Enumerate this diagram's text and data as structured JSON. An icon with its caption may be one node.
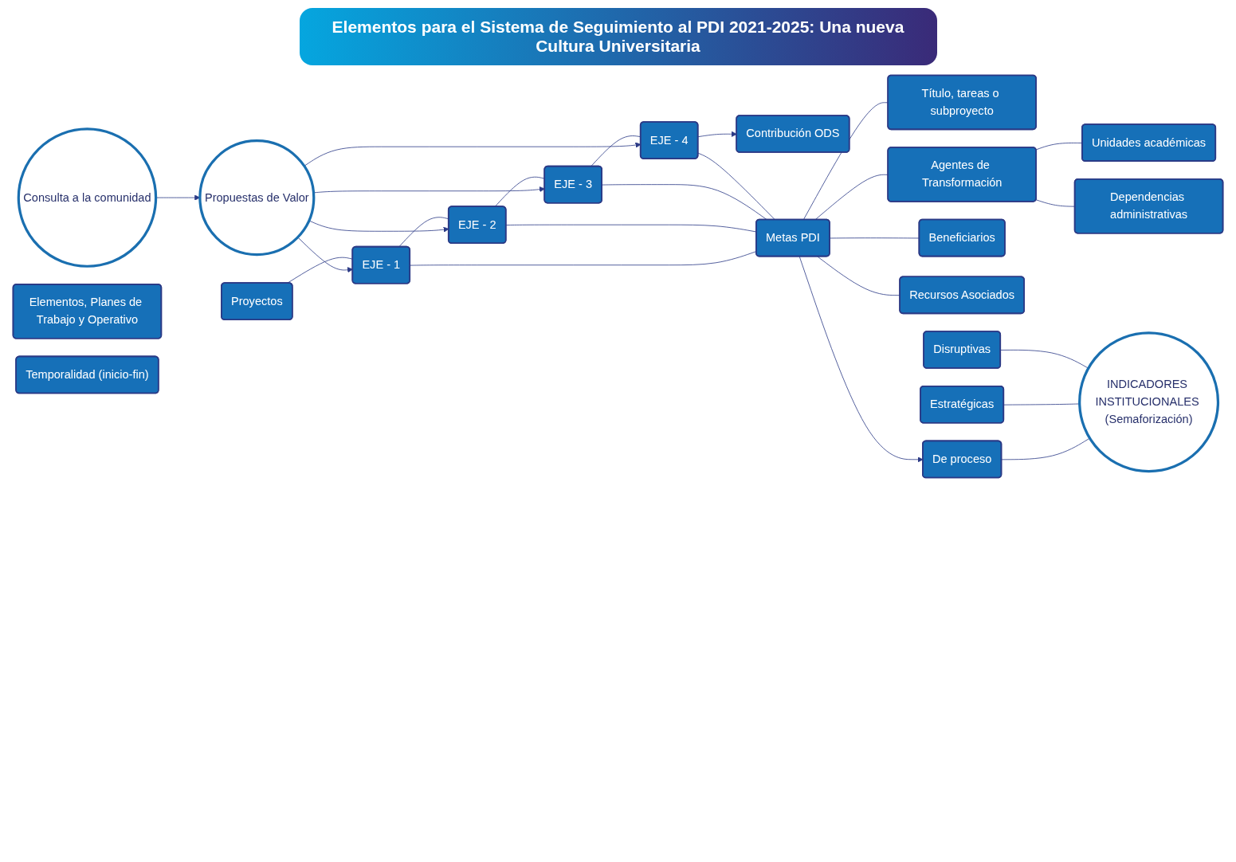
{
  "diagram": {
    "title": "Elementos para el Sistema de Seguimiento al PDI 2021-2025: Una nueva Cultura Universitaria",
    "nodes": [
      {
        "text": [
          "Consulta a la comunidad"
        ]
      },
      {
        "text": [
          "Propuestas de Valor"
        ]
      },
      {
        "text": [
          "Proyectos"
        ]
      },
      {
        "text": [
          "EJE - 1"
        ]
      },
      {
        "text": [
          "EJE - 2"
        ]
      },
      {
        "text": [
          "EJE - 3"
        ]
      },
      {
        "text": [
          "EJE - 4"
        ]
      },
      {
        "text": [
          "Contribución ODS"
        ]
      },
      {
        "text": [
          "Metas PDI"
        ]
      },
      {
        "text": [
          "Elementos, Planes de Trabajo y Operativo"
        ]
      },
      {
        "text": [
          "Título, tareas o subproyecto"
        ]
      },
      {
        "text": [
          "Agentes de Transformación"
        ]
      },
      {
        "text": [
          "Beneficiarios"
        ]
      },
      {
        "text": [
          "Recursos Asociados"
        ]
      },
      {
        "text": [
          "Temporalidad (inicio-fin)"
        ]
      },
      {
        "text": [
          "Unidades académicas"
        ]
      },
      {
        "text": [
          "Dependencias administrativas"
        ]
      },
      {
        "text": [
          "De proceso"
        ]
      },
      {
        "text": [
          "Estratégicas"
        ]
      },
      {
        "text": [
          "Disruptivas"
        ]
      },
      {
        "text": [
          "INDICADORES INSTITUCIONALES (Semaforización)"
        ]
      }
    ],
    "edges": [
      {
        "from": 0,
        "to": 1,
        "arrow": "to"
      },
      {
        "from": 1,
        "to": 3,
        "arrow": "to"
      },
      {
        "from": 1,
        "to": 4,
        "arrow": "to"
      },
      {
        "from": 1,
        "to": 5,
        "arrow": "to"
      },
      {
        "from": 1,
        "to": 6,
        "arrow": "to"
      },
      {
        "from": 2,
        "to": 3,
        "arrow": "none"
      },
      {
        "from": 3,
        "to": 4,
        "arrow": "none"
      },
      {
        "from": 4,
        "to": 5,
        "arrow": "none"
      },
      {
        "from": 5,
        "to": 6,
        "arrow": "none"
      },
      {
        "from": 6,
        "to": 7,
        "arrow": "to"
      },
      {
        "from": 3,
        "to": 8,
        "arrow": "none"
      },
      {
        "from": 4,
        "to": 8,
        "arrow": "none"
      },
      {
        "from": 5,
        "to": 8,
        "arrow": "none"
      },
      {
        "from": 6,
        "to": 8,
        "arrow": "none"
      },
      {
        "from": 8,
        "to": 10,
        "arrow": "none"
      },
      {
        "from": 8,
        "to": 11,
        "arrow": "none"
      },
      {
        "from": 8,
        "to": 12,
        "arrow": "none"
      },
      {
        "from": 8,
        "to": 13,
        "arrow": "none"
      },
      {
        "from": 11,
        "to": 15,
        "arrow": "none"
      },
      {
        "from": 11,
        "to": 16,
        "arrow": "none"
      },
      {
        "from": 8,
        "to": 17,
        "arrow": "to"
      },
      {
        "from": 17,
        "to": 20,
        "arrow": "none"
      },
      {
        "from": 18,
        "to": 20,
        "arrow": "none"
      },
      {
        "from": 19,
        "to": 20,
        "arrow": "none"
      }
    ]
  }
}
